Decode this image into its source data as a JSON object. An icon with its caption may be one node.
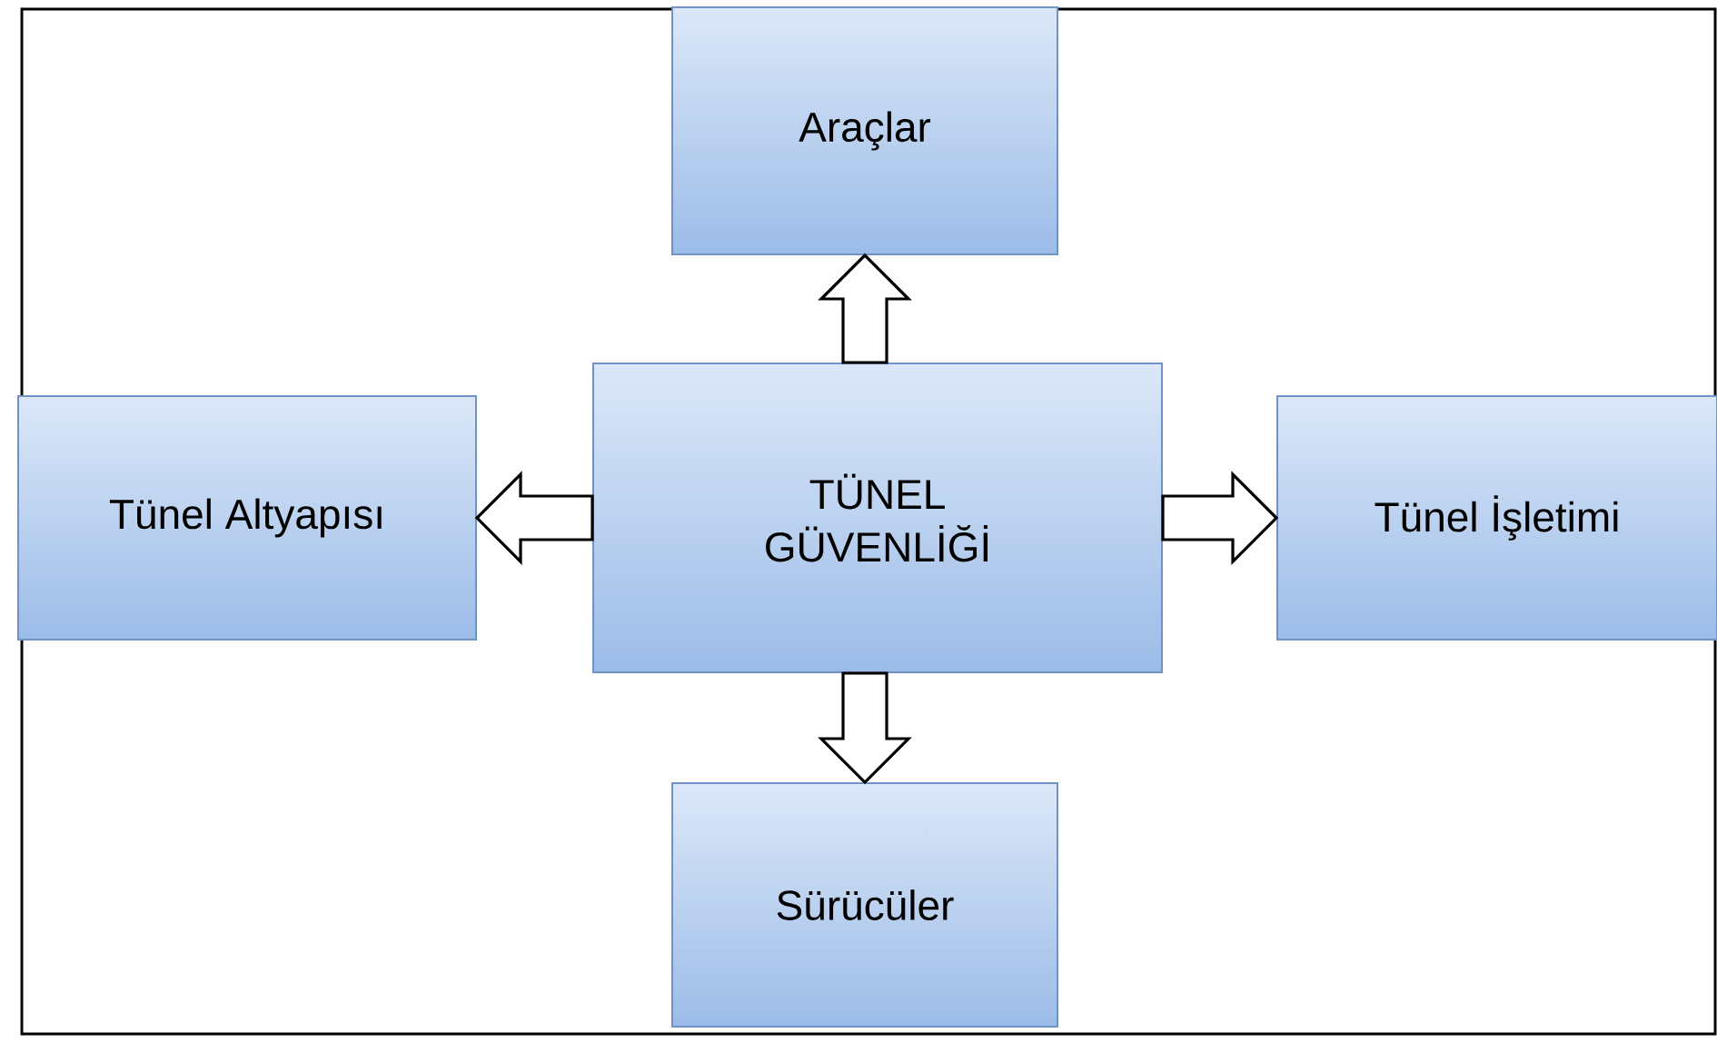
{
  "diagram": {
    "nodes": [
      {
        "text": [
          "TÜNEL GÜVENLİĞİ"
        ]
      },
      {
        "text": [
          "Araçlar"
        ]
      },
      {
        "text": [
          "Tünel Altyapısı"
        ]
      },
      {
        "text": [
          "Tünel İşletimi"
        ]
      },
      {
        "text": [
          "Sürücüler"
        ]
      }
    ],
    "edges": [
      {
        "from": 0,
        "to": 1,
        "arrow": "to"
      },
      {
        "from": 0,
        "to": 2,
        "arrow": "to"
      },
      {
        "from": 0,
        "to": 3,
        "arrow": "to"
      },
      {
        "from": 0,
        "to": 4,
        "arrow": "to"
      }
    ]
  }
}
